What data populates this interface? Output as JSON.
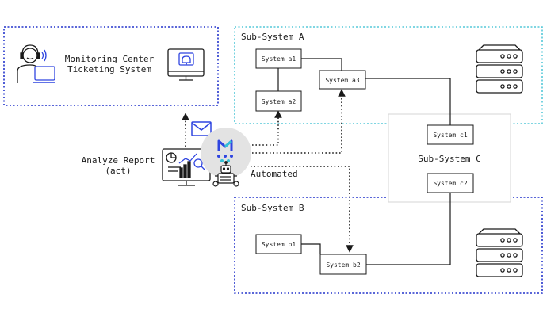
{
  "monitoring": {
    "title_line1": "Monitoring Center",
    "title_line2": "Ticketing System"
  },
  "analyze": {
    "line1": "Analyze Report",
    "line2": "(act)"
  },
  "automated_label": "Automated",
  "subsystem_a": {
    "label": "Sub-System A",
    "systems": [
      "System a1",
      "System a2",
      "System a3"
    ]
  },
  "subsystem_b": {
    "label": "Sub-System B",
    "systems": [
      "System b1",
      "System b2"
    ]
  },
  "subsystem_c": {
    "label": "Sub-System C",
    "systems": [
      "System c1",
      "System c2"
    ]
  },
  "colors": {
    "blue_dotted": "#2233cc",
    "cyan_dotted": "#55c8d8",
    "line": "#1a1a1a",
    "accent_blue": "#2f45e0"
  },
  "icons": {
    "operator": "headset-operator-icon",
    "alert_monitor": "monitor-bell-icon",
    "email": "envelope-icon",
    "report_monitor": "analytics-dashboard-icon",
    "robot": "robot-icon",
    "logo": "automation-logo-icon",
    "server": "server-rack-icon"
  }
}
